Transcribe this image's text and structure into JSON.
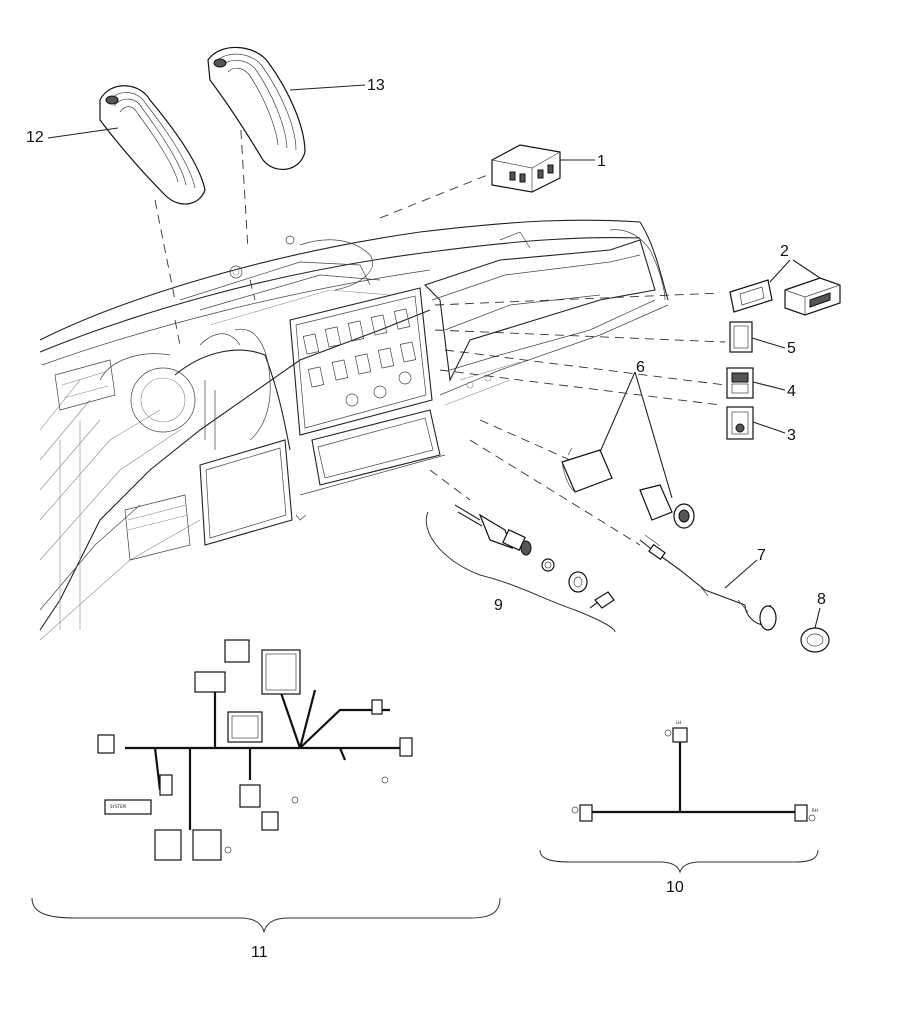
{
  "callouts": {
    "c1": "1",
    "c2": "2",
    "c3": "3",
    "c4": "4",
    "c5": "5",
    "c6": "6",
    "c7": "7",
    "c8": "8",
    "c9": "9",
    "c10": "10",
    "c11": "11",
    "c12": "12",
    "c13": "13"
  },
  "line_color": "#222222",
  "background": "#ffffff"
}
